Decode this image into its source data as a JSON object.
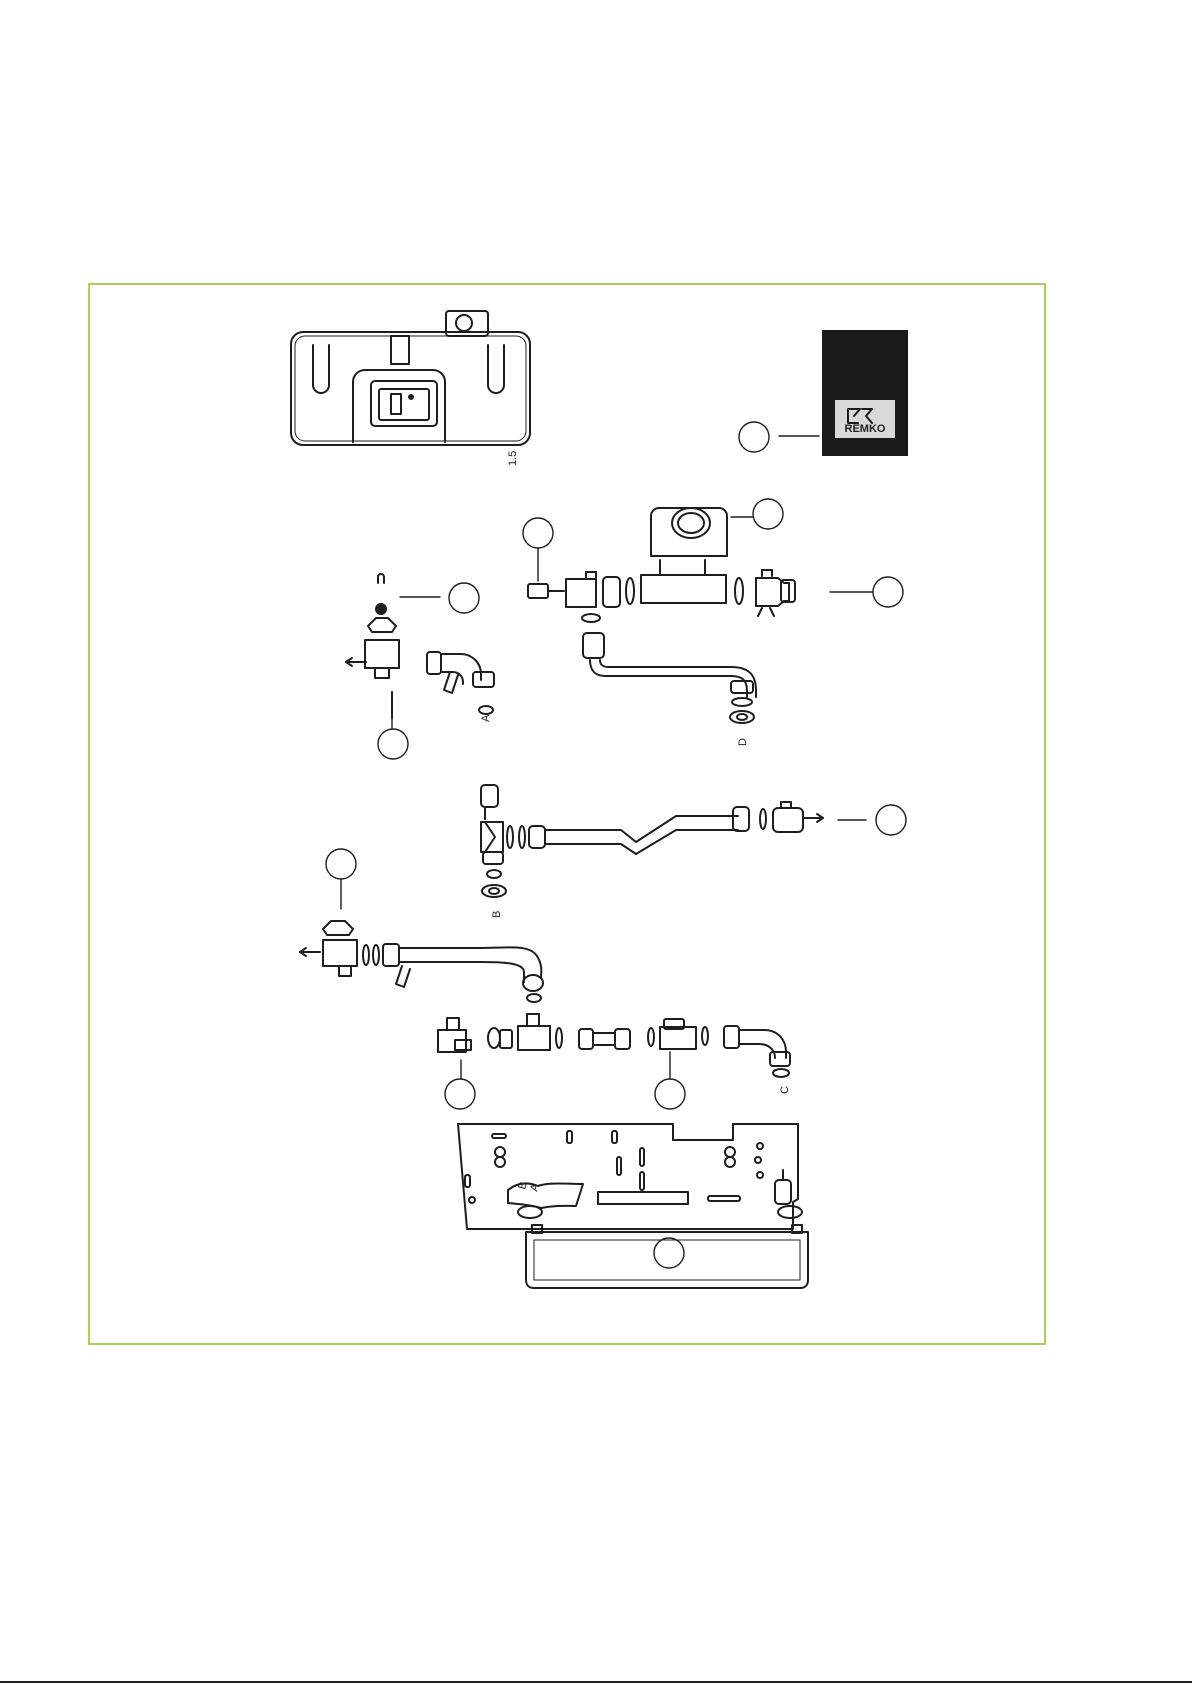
{
  "figure": {
    "frame_color": "#a6d25a",
    "line_color": "#1e1e1e",
    "brand_logo": {
      "text": "REMKO",
      "background": "#1a1a1a",
      "badge_color": "#d9d9d9"
    },
    "part_code": "1.5",
    "connection_labels": [
      "A",
      "B",
      "C",
      "D"
    ],
    "callout_count": 11
  }
}
